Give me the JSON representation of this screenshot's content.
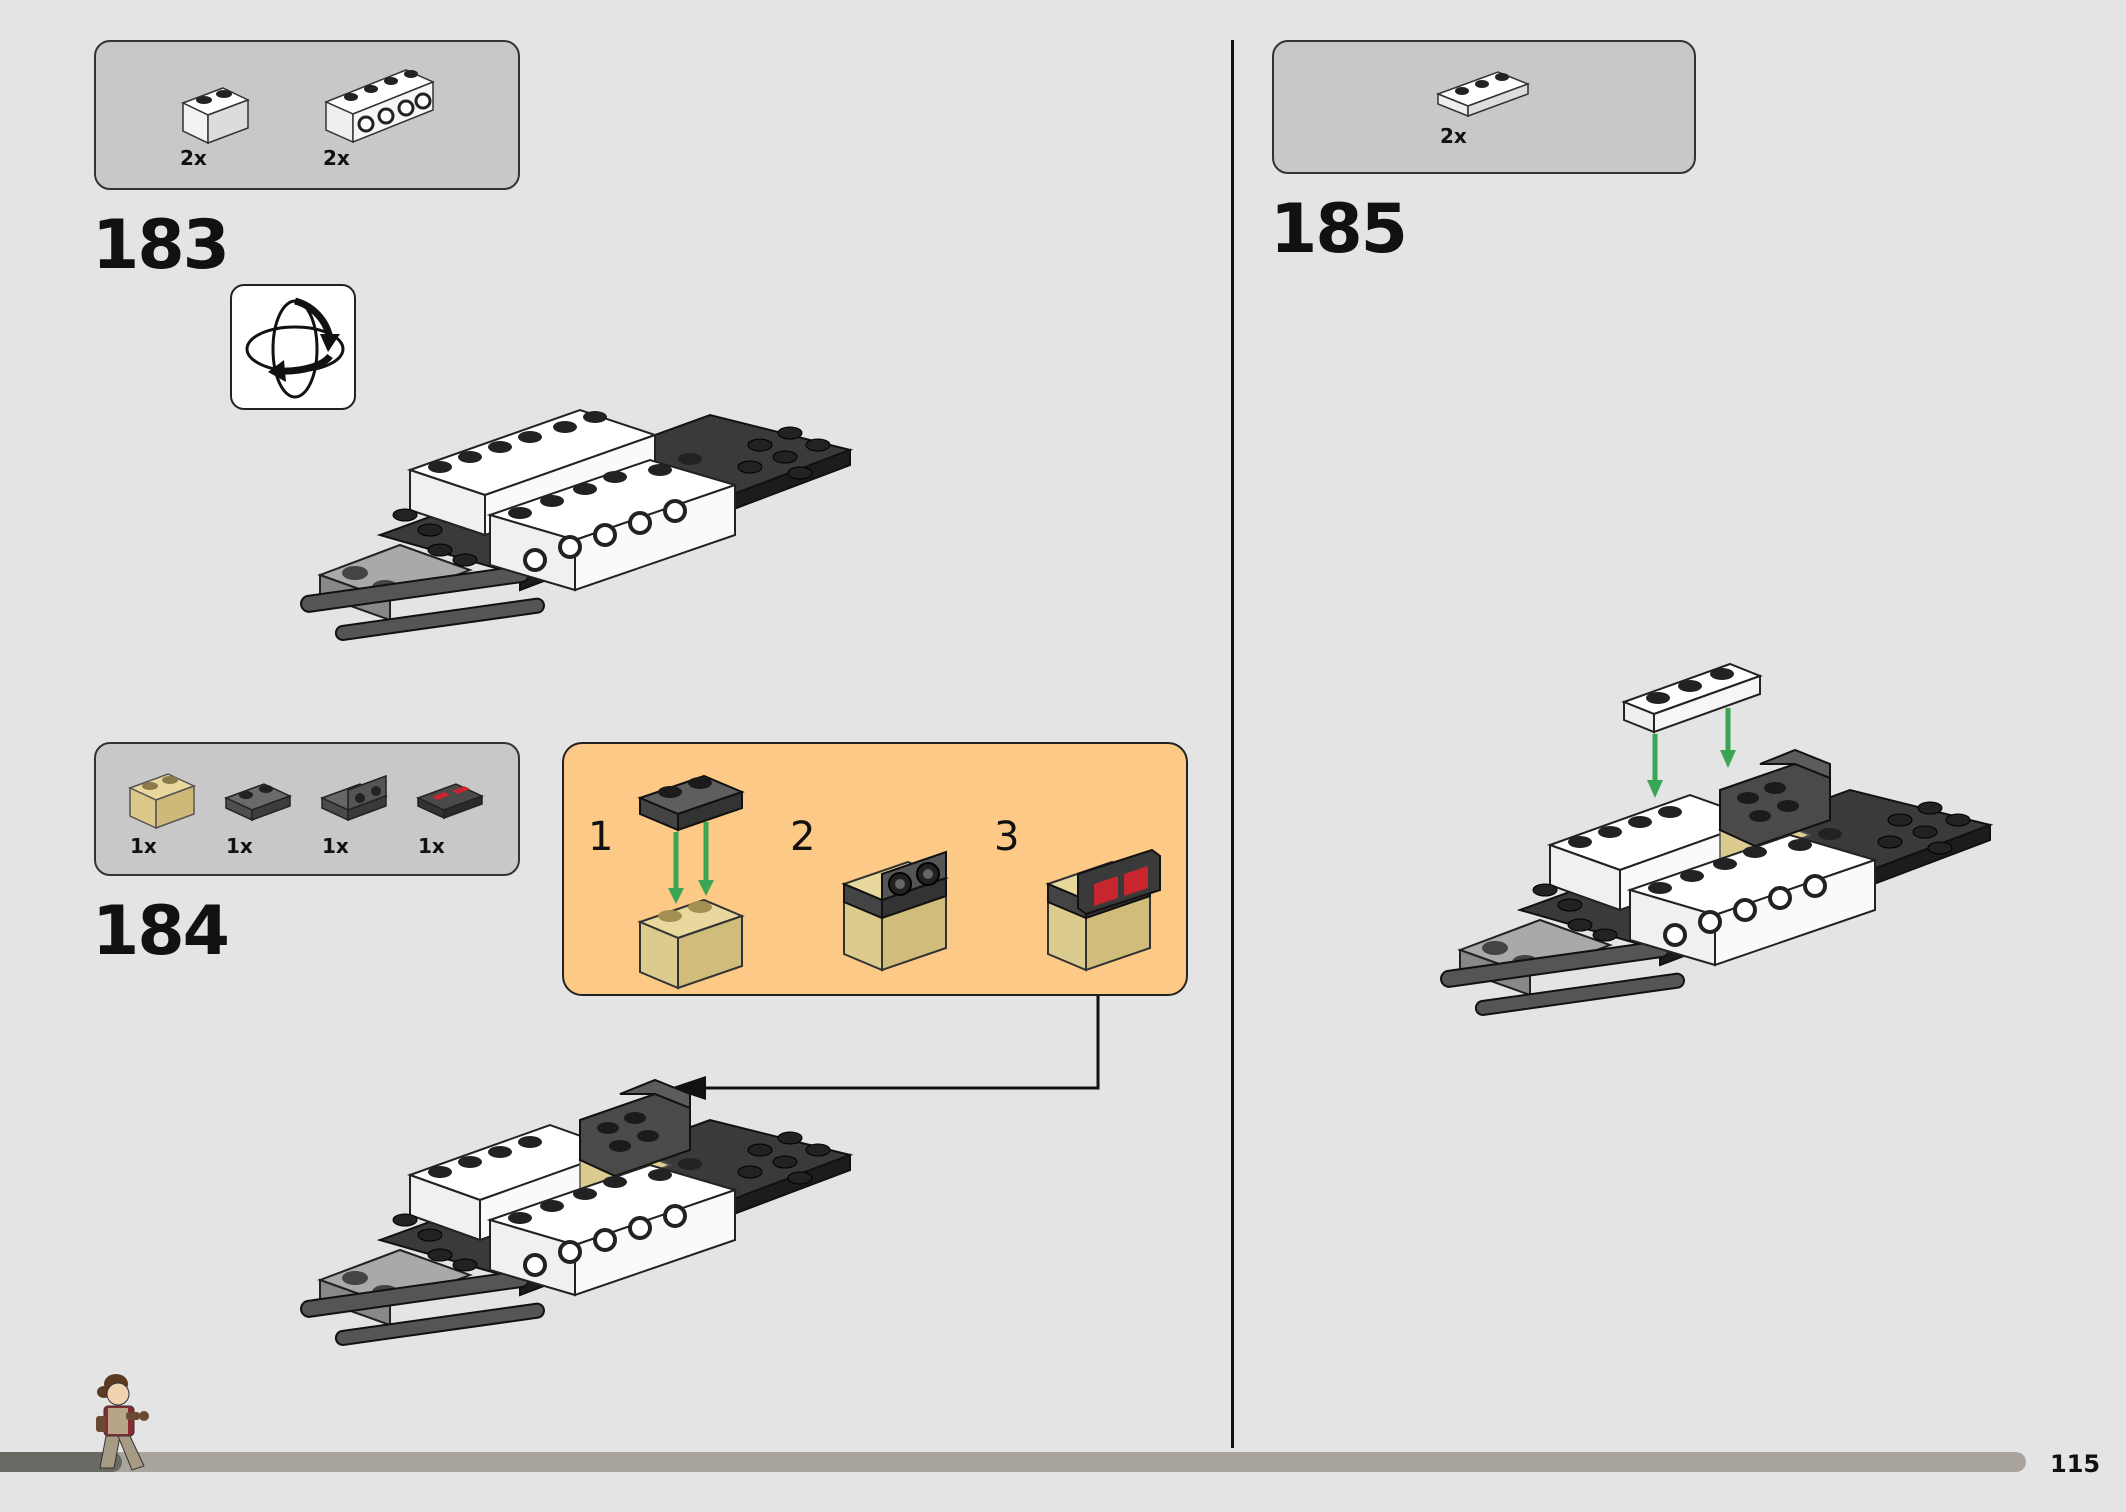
{
  "page": {
    "number": "115"
  },
  "progress": {
    "fraction": 0.06
  },
  "steps": [
    {
      "number": "183",
      "parts": [
        {
          "qty": "2x",
          "icon": "white-brick-1x2-icon"
        },
        {
          "qty": "2x",
          "icon": "white-technic-brick-1x4-icon"
        }
      ]
    },
    {
      "number": "184",
      "parts": [
        {
          "qty": "1x",
          "icon": "tan-brick-1x2-icon"
        },
        {
          "qty": "1x",
          "icon": "dark-gray-plate-1x2-icon"
        },
        {
          "qty": "1x",
          "icon": "dark-gray-bracket-icon"
        },
        {
          "qty": "1x",
          "icon": "red-display-tile-icon"
        }
      ],
      "subassembly": {
        "labels": [
          "1",
          "2",
          "3"
        ]
      }
    },
    {
      "number": "185",
      "parts": [
        {
          "qty": "2x",
          "icon": "white-plate-1x3-icon"
        }
      ]
    }
  ],
  "colors": {
    "page_bg": "#e4e4e4",
    "parts_box_bg": "#c8c8c8",
    "subassembly_bg": "#fdc987",
    "arrow_green": "#3aa655",
    "progress_track": "#aaa59c",
    "progress_fill": "#6a6863"
  }
}
